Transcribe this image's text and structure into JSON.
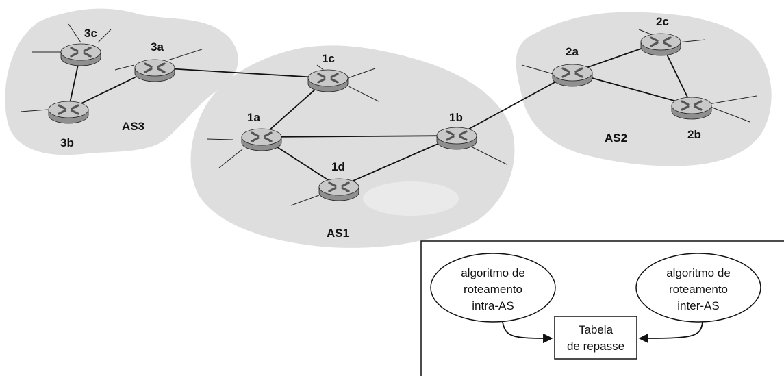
{
  "autonomous_systems": [
    {
      "id": "as1",
      "label": "AS1"
    },
    {
      "id": "as2",
      "label": "AS2"
    },
    {
      "id": "as3",
      "label": "AS3"
    }
  ],
  "routers": [
    {
      "id": "1a",
      "label": "1a"
    },
    {
      "id": "1b",
      "label": "1b"
    },
    {
      "id": "1c",
      "label": "1c"
    },
    {
      "id": "1d",
      "label": "1d"
    },
    {
      "id": "2a",
      "label": "2a"
    },
    {
      "id": "2b",
      "label": "2b"
    },
    {
      "id": "2c",
      "label": "2c"
    },
    {
      "id": "3a",
      "label": "3a"
    },
    {
      "id": "3b",
      "label": "3b"
    },
    {
      "id": "3c",
      "label": "3c"
    }
  ],
  "links": [
    [
      "3c",
      "3b"
    ],
    [
      "3b",
      "3a"
    ],
    [
      "3a",
      "1c"
    ],
    [
      "1c",
      "1a"
    ],
    [
      "1a",
      "1b"
    ],
    [
      "1a",
      "1d"
    ],
    [
      "1d",
      "1b"
    ],
    [
      "1b",
      "2a"
    ],
    [
      "2a",
      "2c"
    ],
    [
      "2a",
      "2b"
    ],
    [
      "2c",
      "2b"
    ]
  ],
  "inset": {
    "intra_as_algorithm": [
      "algoritmo de",
      "roteamento",
      "intra-AS"
    ],
    "inter_as_algorithm": [
      "algoritmo de",
      "roteamento",
      "inter-AS"
    ],
    "forwarding_table": [
      "Tabela",
      "de repasse"
    ]
  },
  "colors": {
    "as_cloud": "#dedede",
    "router_top": "#c9c9c9",
    "router_side": "#8f8f8f",
    "router_cross": "#555555",
    "line": "#111111"
  },
  "icons": [
    "router-icon",
    "arrow-icon"
  ]
}
